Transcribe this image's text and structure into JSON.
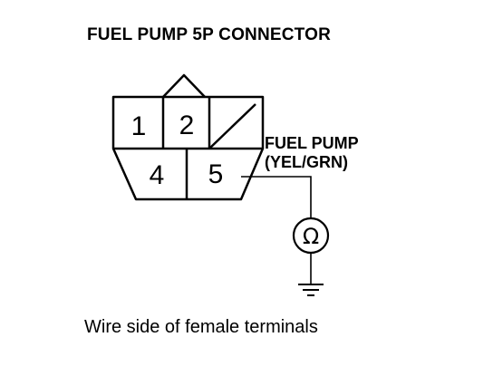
{
  "title": "FUEL PUMP 5P CONNECTOR",
  "connector": {
    "pins": [
      "1",
      "2",
      "4",
      "5"
    ]
  },
  "wire": {
    "name": "FUEL PUMP",
    "color": "(YEL/GRN)"
  },
  "meter": {
    "symbol": "Ω",
    "icon": "ohmmeter-icon"
  },
  "ground": {
    "icon": "ground-icon"
  },
  "caption": "Wire side of female terminals",
  "colors": {
    "ink": "#000000",
    "background": "#ffffff"
  }
}
